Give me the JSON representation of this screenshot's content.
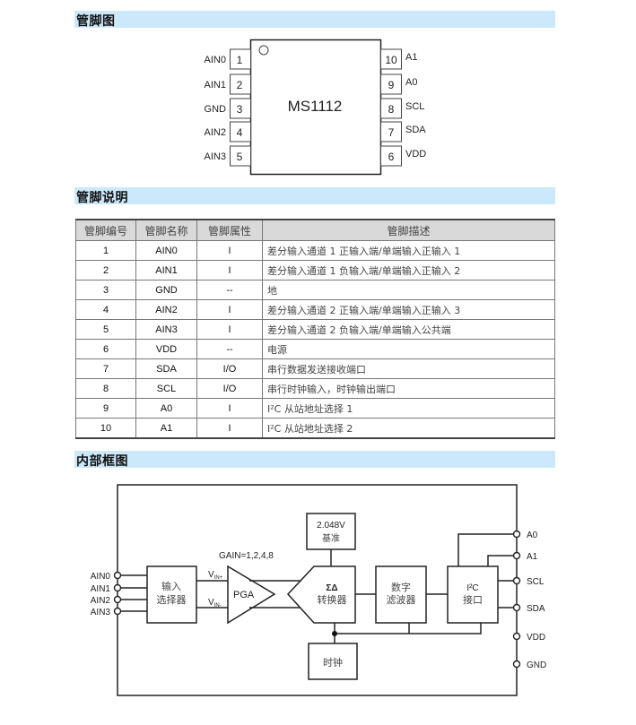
{
  "sections": {
    "pinout_title": "管脚图",
    "pin_desc_title": "管脚说明",
    "block_title": "内部框图"
  },
  "chip": {
    "part_number": "MS1112",
    "left_pins": [
      {
        "num": "1",
        "name": "AIN0"
      },
      {
        "num": "2",
        "name": "AIN1"
      },
      {
        "num": "3",
        "name": "GND"
      },
      {
        "num": "4",
        "name": "AIN2"
      },
      {
        "num": "5",
        "name": "AIN3"
      }
    ],
    "right_pins": [
      {
        "num": "10",
        "name": "A1"
      },
      {
        "num": "9",
        "name": "A0"
      },
      {
        "num": "8",
        "name": "SCL"
      },
      {
        "num": "7",
        "name": "SDA"
      },
      {
        "num": "6",
        "name": "VDD"
      }
    ]
  },
  "table": {
    "headers": [
      "管脚编号",
      "管脚名称",
      "管脚属性",
      "管脚描述"
    ],
    "rows": [
      {
        "num": "1",
        "name": "AIN0",
        "attr": "I",
        "desc": "差分输入通道 1 正输入端/单端输入正输入 1"
      },
      {
        "num": "2",
        "name": "AIN1",
        "attr": "I",
        "desc": "差分输入通道 1 负输入端/单端输入正输入 2"
      },
      {
        "num": "3",
        "name": "GND",
        "attr": "--",
        "desc": "地"
      },
      {
        "num": "4",
        "name": "AIN2",
        "attr": "I",
        "desc": "差分输入通道 2 正输入端/单端输入正输入 3"
      },
      {
        "num": "5",
        "name": "AIN3",
        "attr": "I",
        "desc": "差分输入通道 2 负输入端/单端输入公共端"
      },
      {
        "num": "6",
        "name": "VDD",
        "attr": "--",
        "desc": "电源"
      },
      {
        "num": "7",
        "name": "SDA",
        "attr": "I/O",
        "desc": "串行数据发送接收端口"
      },
      {
        "num": "8",
        "name": "SCL",
        "attr": "I/O",
        "desc": "串行时钟输入，时钟输出端口"
      },
      {
        "num": "9",
        "name": "A0",
        "attr": "I",
        "desc": "I²C 从站地址选择 1"
      },
      {
        "num": "10",
        "name": "A1",
        "attr": "I",
        "desc": "I²C 从站地址选择 2"
      }
    ]
  },
  "block_diagram": {
    "inputs": [
      "AIN0",
      "AIN1",
      "AIN2",
      "AIN3"
    ],
    "outputs": [
      "A0",
      "A1",
      "SCL",
      "SDA",
      "VDD",
      "GND"
    ],
    "mux": [
      "输入",
      "选择器"
    ],
    "vin_plus": {
      "main": "V",
      "sub": "IN+"
    },
    "vin_minus": {
      "main": "V",
      "sub": "IN-"
    },
    "gain": "GAIN=1,2,4,8",
    "pga": "PGA",
    "reference": [
      "2.048V",
      "基准"
    ],
    "adc": [
      "ΣΔ",
      "转换器"
    ],
    "filter": [
      "数字",
      "滤波器"
    ],
    "i2c": [
      "I²C",
      "接口"
    ],
    "clock": "时钟"
  }
}
